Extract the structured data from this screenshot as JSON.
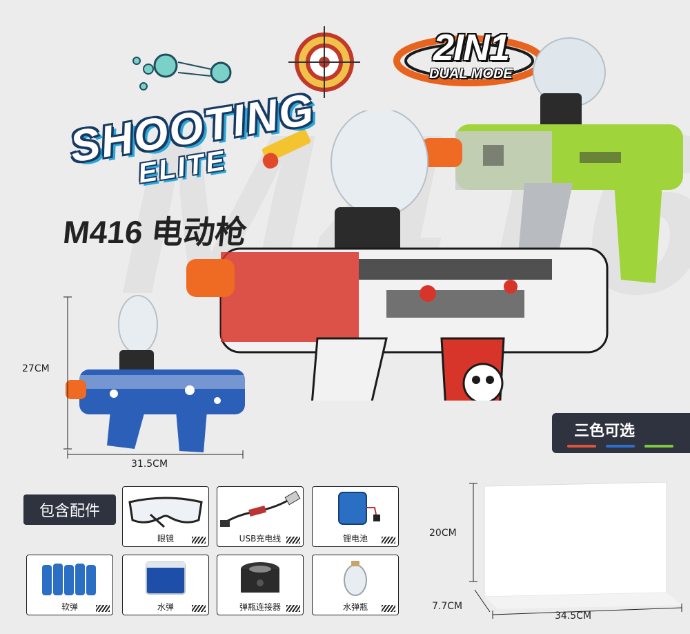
{
  "watermark": "M416",
  "logo": {
    "main": "SHOOTING",
    "sub": "ELITE"
  },
  "model_title": "M416 电动枪",
  "badge": {
    "main": "2IN1",
    "sub": "DUAL MODE"
  },
  "small_gun_dims": {
    "height": "27CM",
    "width": "31.5CM"
  },
  "colors_box": {
    "label": "三色可选",
    "swatches": [
      "#e0553a",
      "#2c6fd1",
      "#7fc93a"
    ]
  },
  "accessories": {
    "title": "包含配件",
    "items": [
      {
        "label": "眼镜",
        "icon": "goggles-icon"
      },
      {
        "label": "USB充电线",
        "icon": "usb-cable-icon"
      },
      {
        "label": "锂电池",
        "icon": "battery-icon"
      },
      {
        "label": "软弹",
        "icon": "foam-darts-icon"
      },
      {
        "label": "水弹",
        "icon": "gel-beads-icon"
      },
      {
        "label": "弹瓶连接器",
        "icon": "bottle-connector-icon"
      },
      {
        "label": "水弹瓶",
        "icon": "gel-bottle-icon"
      }
    ]
  },
  "box_dims": {
    "height": "20CM",
    "depth": "7.7CM",
    "width": "34.5CM"
  },
  "colors": {
    "red": "#d8352a",
    "blue": "#2c5fb8",
    "green": "#9fd43a",
    "dark": "#2f3340"
  }
}
